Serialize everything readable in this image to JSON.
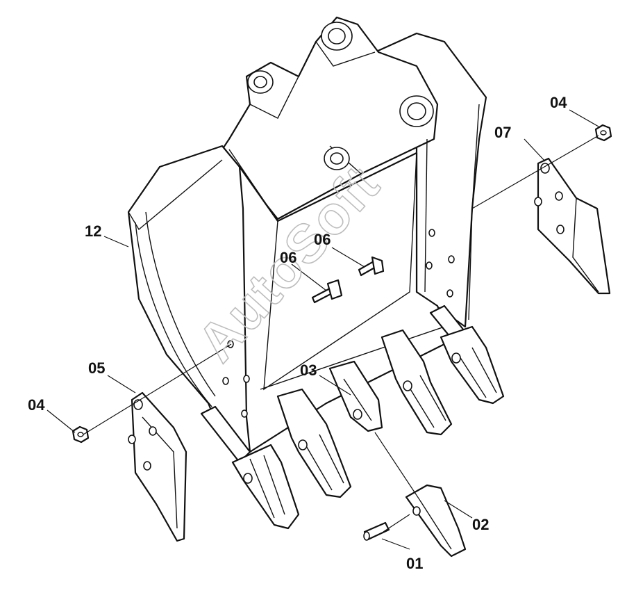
{
  "watermark": "AutoSoft",
  "callouts": {
    "c01": "01",
    "c02": "02",
    "c03": "03",
    "c04_left": "04",
    "c04_right": "04",
    "c05": "05",
    "c06_left": "06",
    "c06_right": "06",
    "c07": "07",
    "c12": "12"
  }
}
